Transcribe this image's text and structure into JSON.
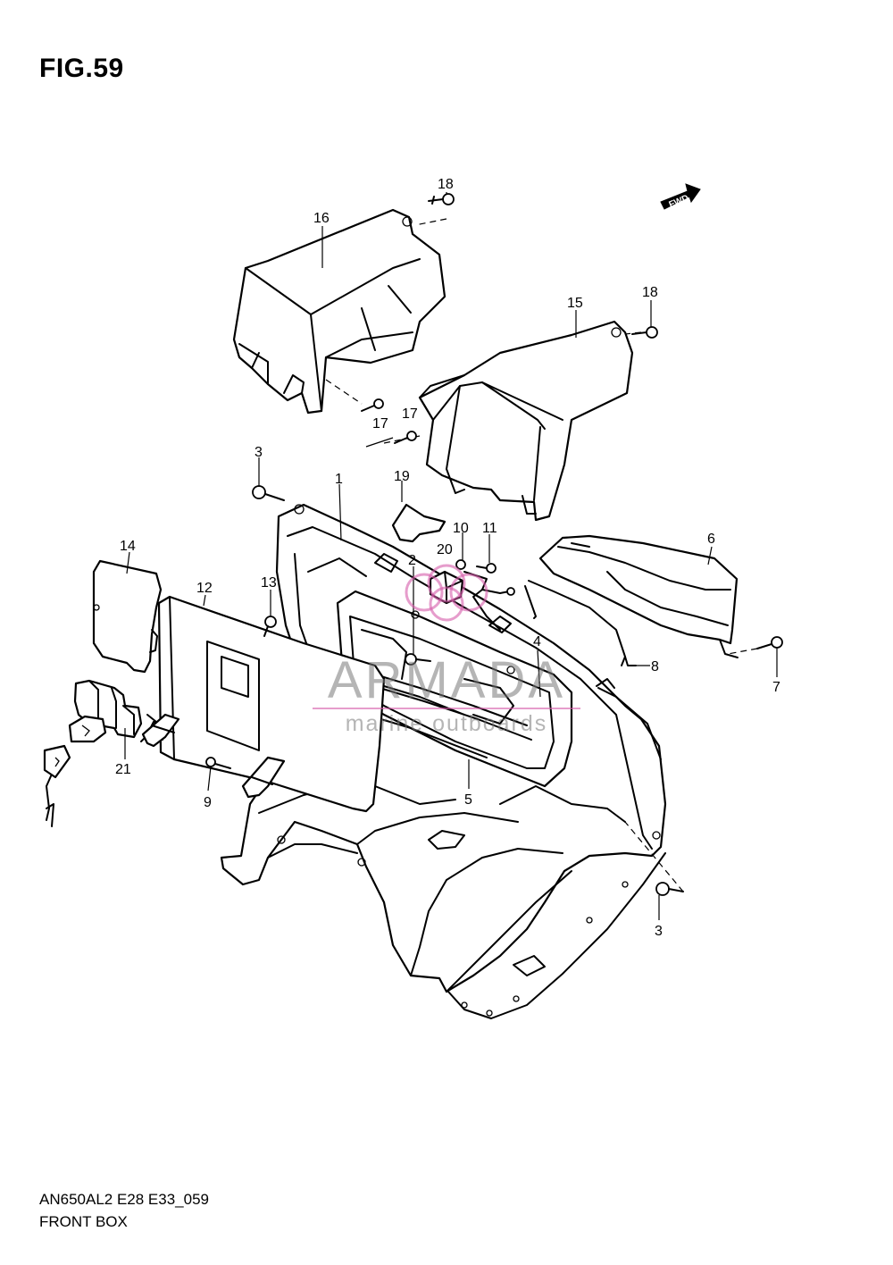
{
  "figure": {
    "title": "FIG.59",
    "code": "AN650AL2 E28 E33_059",
    "name": "FRONT BOX"
  },
  "direction_marker": {
    "label": "FWD",
    "icon": "fwd-arrow-icon"
  },
  "watermark": {
    "brand": "ARMADA",
    "tagline": "marine outboards",
    "icon": "armada-logo-icon",
    "color": "#d65caa"
  },
  "callouts": [
    {
      "id": "c16a",
      "label": "16"
    },
    {
      "id": "c18a",
      "label": "18"
    },
    {
      "id": "c15",
      "label": "15"
    },
    {
      "id": "c18b",
      "label": "18"
    },
    {
      "id": "c17a",
      "label": "17"
    },
    {
      "id": "c17b",
      "label": "17"
    },
    {
      "id": "c3a",
      "label": "3"
    },
    {
      "id": "c1",
      "label": "1"
    },
    {
      "id": "c19",
      "label": "19"
    },
    {
      "id": "c10",
      "label": "10"
    },
    {
      "id": "c20",
      "label": "20"
    },
    {
      "id": "c11",
      "label": "11"
    },
    {
      "id": "c6",
      "label": "6"
    },
    {
      "id": "c2",
      "label": "2"
    },
    {
      "id": "c14",
      "label": "14"
    },
    {
      "id": "c12",
      "label": "12"
    },
    {
      "id": "c13",
      "label": "13"
    },
    {
      "id": "c4",
      "label": "4"
    },
    {
      "id": "c8",
      "label": "8"
    },
    {
      "id": "c7",
      "label": "7"
    },
    {
      "id": "c21",
      "label": "21"
    },
    {
      "id": "c9",
      "label": "9"
    },
    {
      "id": "c5",
      "label": "5"
    },
    {
      "id": "c3b",
      "label": "3"
    }
  ]
}
